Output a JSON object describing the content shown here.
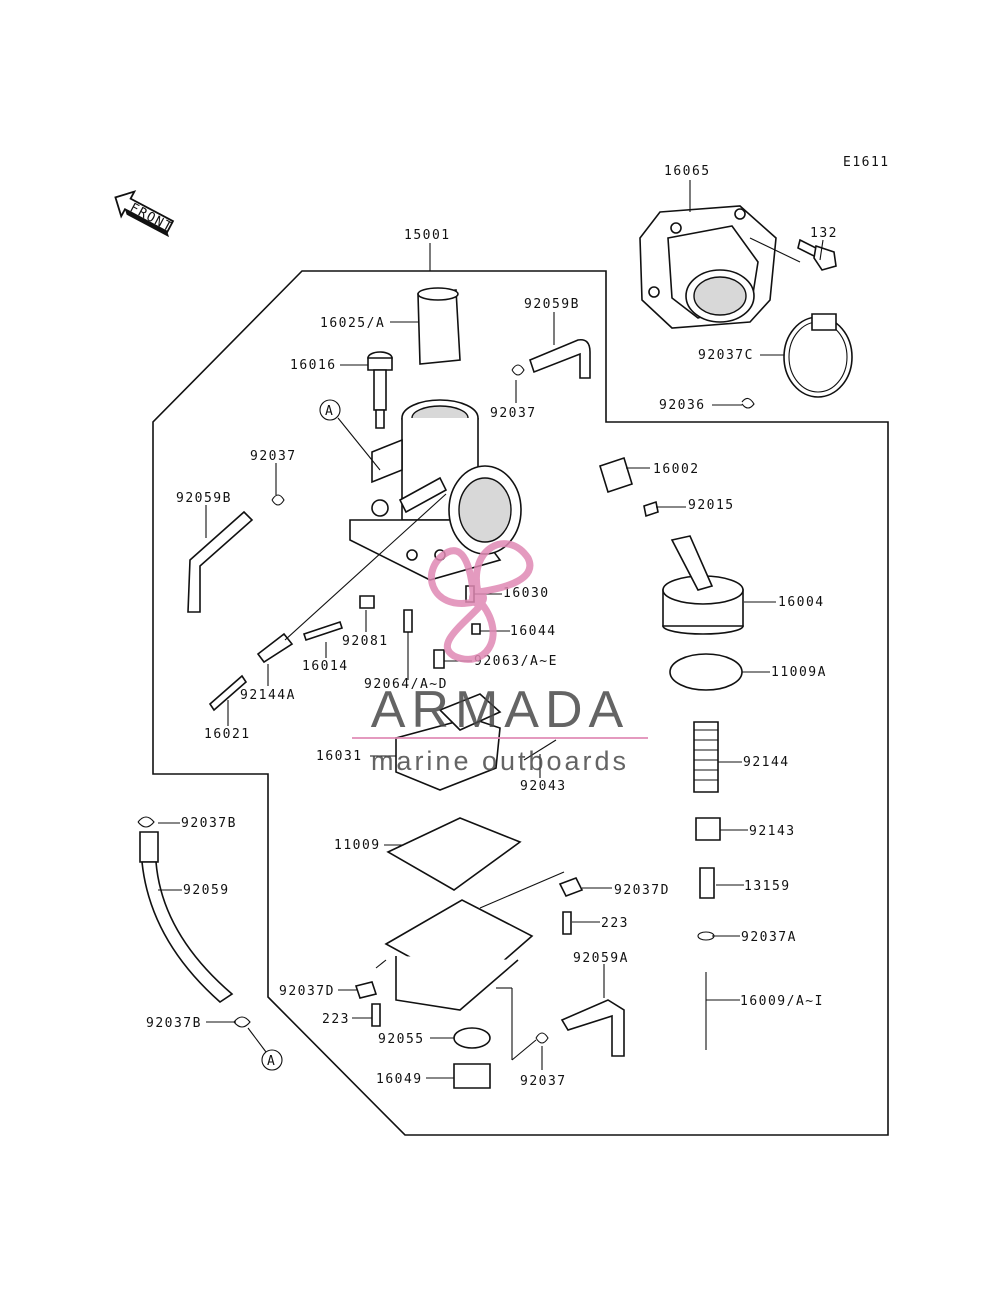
{
  "diagram_code": "E1611",
  "front_label": "FRONT",
  "callout_marker": "A",
  "watermark": {
    "brand": "ARMADA",
    "tagline": "marine outboards",
    "color": "#e089b4"
  },
  "parts": {
    "p16065": "16065",
    "p132": "132",
    "p15001": "15001",
    "p16025A": "16025/A",
    "p92059B_top": "92059B",
    "p16016": "16016",
    "p92037C": "92037C",
    "p92037_top": "92037",
    "p92036": "92036",
    "p92037_left": "92037",
    "p16002": "16002",
    "p92059B_left": "92059B",
    "p92015": "92015",
    "p16030": "16030",
    "p16004": "16004",
    "p92081": "92081",
    "p16044": "16044",
    "p16014": "16014",
    "p92063": "92063/A~E",
    "p92064": "92064/A~D",
    "p11009A": "11009A",
    "p92144A": "92144A",
    "p16021": "16021",
    "p16031": "16031",
    "p92144": "92144",
    "p92043": "92043",
    "p92037B_top": "92037B",
    "p92143": "92143",
    "p11009": "11009",
    "p92059": "92059",
    "p92037D_r": "92037D",
    "p13159": "13159",
    "p223_r": "223",
    "p92037A": "92037A",
    "p92059A": "92059A",
    "p92037D_l": "92037D",
    "p16009": "16009/A~I",
    "p223_l": "223",
    "p92037B_bot": "92037B",
    "p92055": "92055",
    "p16049": "16049",
    "p92037_bot": "92037"
  }
}
